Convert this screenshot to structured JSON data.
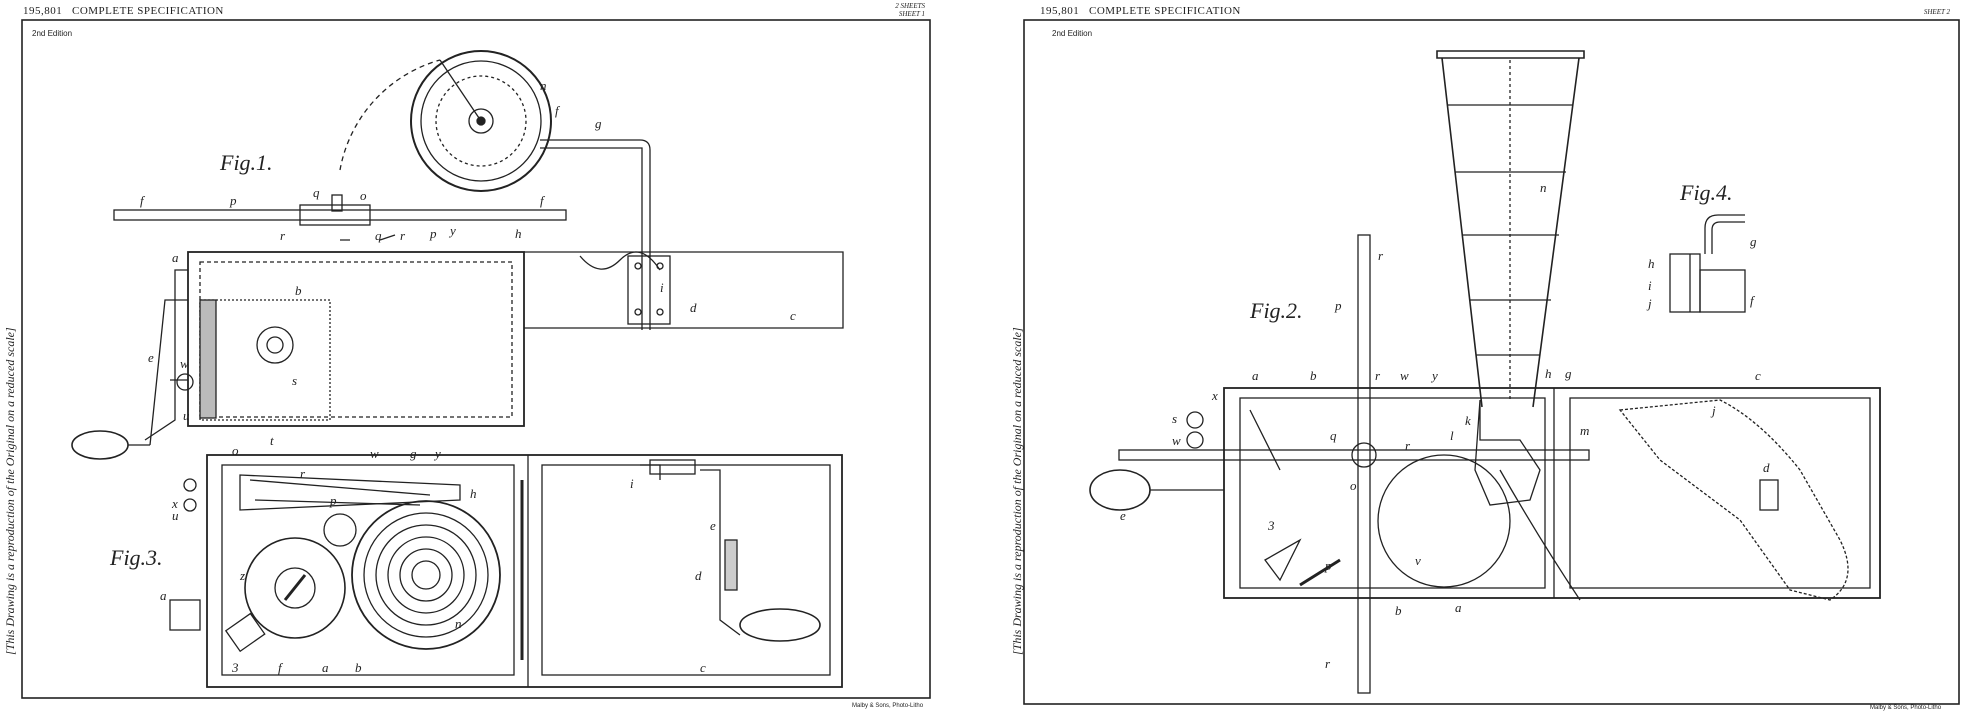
{
  "sheets": [
    {
      "patent_number": "195,801",
      "heading": "COMPLETE SPECIFICATION",
      "sheet_count": "2 SHEETS",
      "sheet_label": "SHEET 1",
      "edition": "2nd Edition",
      "side_note": "[This Drawing is a reproduction of the Original on a reduced scale]",
      "printer": "Malby & Sons, Photo-Litho",
      "figures": [
        "Fig.1.",
        "Fig.3."
      ],
      "labels": [
        "n",
        "f",
        "g",
        "p",
        "q",
        "o",
        "r",
        "f",
        "f",
        "r",
        "q",
        "y",
        "p",
        "h",
        "a",
        "b",
        "i",
        "d",
        "c",
        "e",
        "w",
        "s",
        "u",
        "t",
        "o",
        "w",
        "g",
        "y",
        "h",
        "p",
        "r",
        "x",
        "u",
        "z",
        "a",
        "f",
        "a",
        "b",
        "n",
        "3",
        "i",
        "e",
        "d",
        "c"
      ]
    },
    {
      "patent_number": "195,801",
      "heading": "COMPLETE SPECIFICATION",
      "sheet_label": "SHEET 2",
      "edition": "2nd Edition",
      "side_note": "[This Drawing is a reproduction of the Original on a reduced scale]",
      "printer": "Malby & Sons, Photo-Litho",
      "figures": [
        "Fig.2.",
        "Fig.4."
      ],
      "labels": [
        "n",
        "r",
        "p",
        "a",
        "b",
        "r",
        "w",
        "y",
        "h",
        "g",
        "c",
        "j",
        "x",
        "s",
        "w",
        "e",
        "q",
        "o",
        "r",
        "l",
        "k",
        "m",
        "d",
        "p",
        "3",
        "v",
        "b",
        "a",
        "r",
        "g",
        "h",
        "i",
        "j",
        "f"
      ]
    }
  ]
}
